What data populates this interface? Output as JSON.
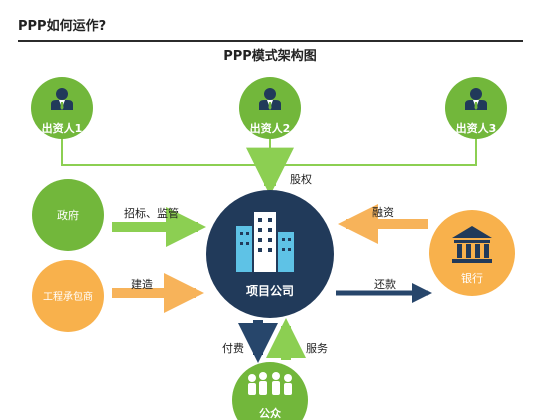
{
  "header": {
    "title": "PPP如何运作?"
  },
  "diagram": {
    "title": "PPP模式架构图",
    "investors": [
      "出资人1",
      "出资人2",
      "出资人3"
    ],
    "government": "政府",
    "contractor": "工程承包商",
    "company": "项目公司",
    "bank": "银行",
    "public": "公众",
    "edges": {
      "equity": "股权",
      "bidding": "招标、监管",
      "construction": "建造",
      "financing": "融资",
      "repayment": "还款",
      "payment": "付费",
      "service": "服务"
    }
  },
  "colors": {
    "green": "#72b73b",
    "orange": "#f8b14c",
    "navy": "#213a5a",
    "arrow_green": "#8ccf52",
    "arrow_orange": "#f7b35a",
    "arrow_navy": "#27466b"
  }
}
